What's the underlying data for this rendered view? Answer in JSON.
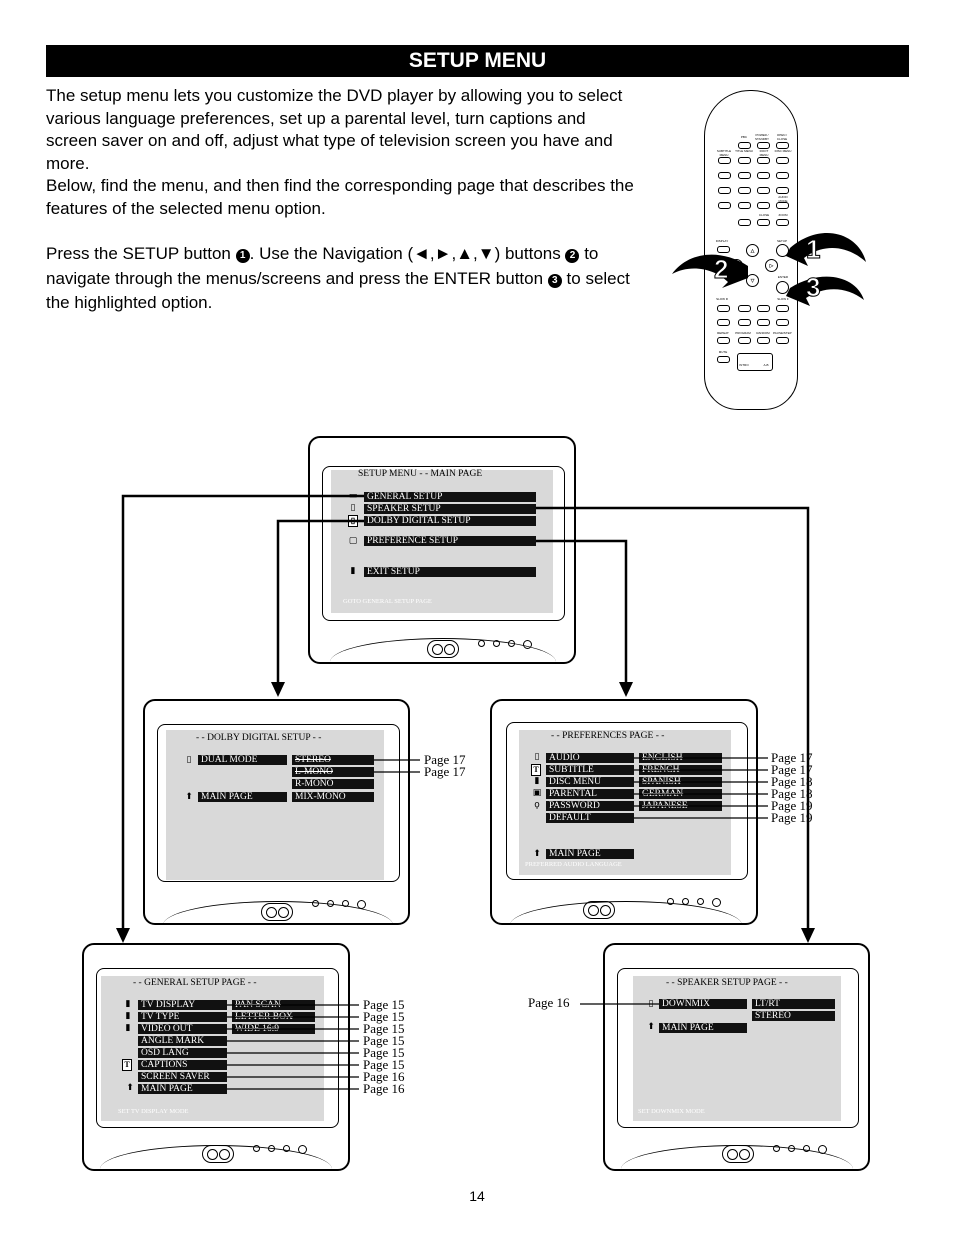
{
  "title": "SETUP MENU",
  "intro": {
    "p1": "The setup menu lets you customize the DVD player by allowing you to select various language preferences, set up a parental level, turn captions and screen saver on and off, adjust what type of television screen you have and more.",
    "p2": "Below, find the menu, and then find the corresponding page that describes the features of the selected menu option.",
    "p3a": "Press the SETUP button",
    "p3b": ". Use the Navigation (◄,►,▲,▼) buttons",
    "p3c": "to navigate through the menus/screens and press the ENTER button",
    "p3d": "to select the highlighted option.",
    "b1": "1",
    "b2": "2",
    "b3": "3"
  },
  "remote": {
    "labels": [
      "PBC",
      "POWER / STANDBY",
      "OPEN / CLOSE",
      "SUBTITLE MENU",
      "TITLE MENU",
      "ROOT MENU",
      "DISC MENU",
      "AUDIO MODE",
      "CLOSE",
      "ZOOM",
      "DISPLAY",
      "SETUP",
      "ENTER",
      "SLOW R",
      "SLOW F",
      "REPEAT",
      "PROGRAM",
      "RANDOM",
      "PAUSE/STEP",
      "MUTE",
      "INTRO",
      "A-B"
    ],
    "callouts": [
      "1",
      "2",
      "3"
    ]
  },
  "main_tv": {
    "title": "SETUP MENU  - - MAIN PAGE",
    "items": [
      "GENERAL  SETUP",
      "SPEAKER SETUP",
      "DOLBY DIGITAL SETUP",
      "PREFERENCE SETUP",
      "EXIT SETUP"
    ],
    "footer": "GOTO GENERAL SETUP PAGE"
  },
  "dolby_tv": {
    "title": "- -  DOLBY DIGITAL SETUP  - -",
    "left": [
      "DUAL MODE",
      "MAIN PAGE"
    ],
    "right": [
      "STEREO",
      "L-MONO",
      "R-MONO",
      "MIX-MONO"
    ],
    "pages": [
      "Page 17",
      "Page 17"
    ]
  },
  "pref_tv": {
    "title": "- - PREFERENCES PAGE - -",
    "left": [
      "AUDIO",
      "SUBTITLE",
      "DISC MENU",
      "PARENTAL",
      "PASSWORD",
      "DEFAULT",
      "MAIN PAGE"
    ],
    "right": [
      "ENGLISH",
      "FRENCH",
      "SPANISH",
      "GERMAN",
      "JAPANESE"
    ],
    "footer": "PREFERRED AUDIO LANGUAGE",
    "pages": [
      "Page 17",
      "Page 17",
      "Page 18",
      "Page 18",
      "Page 19",
      "Page 19"
    ]
  },
  "general_tv": {
    "title": "- - GENERAL SETUP PAGE - -",
    "left": [
      "TV DISPLAY",
      "TV TYPE",
      "VIDEO OUT",
      "ANGLE MARK",
      "OSD LANG",
      "CAPTIONS",
      "SCREEN SAVER",
      "MAIN PAGE"
    ],
    "right": [
      "PAN SCAN",
      "LETTER BOX",
      "WIDE 16:9"
    ],
    "footer": "SET TV DISPLAY MODE",
    "pages": [
      "Page 15",
      "Page 15",
      "Page 15",
      "Page 15",
      "Page 15",
      "Page 15",
      "Page 16",
      "Page 16"
    ]
  },
  "speaker_tv": {
    "title": "- - SPEAKER SETUP PAGE - -",
    "left": [
      "DOWNMIX",
      "MAIN PAGE"
    ],
    "right": [
      "LT/RT",
      "STEREO"
    ],
    "footer": "SET DOWNMIX MODE",
    "page_left": "Page 16"
  },
  "page_number": "14",
  "colors": {
    "ink": "#000000",
    "screen": "#d9d9d9",
    "highlight": "#111111"
  }
}
